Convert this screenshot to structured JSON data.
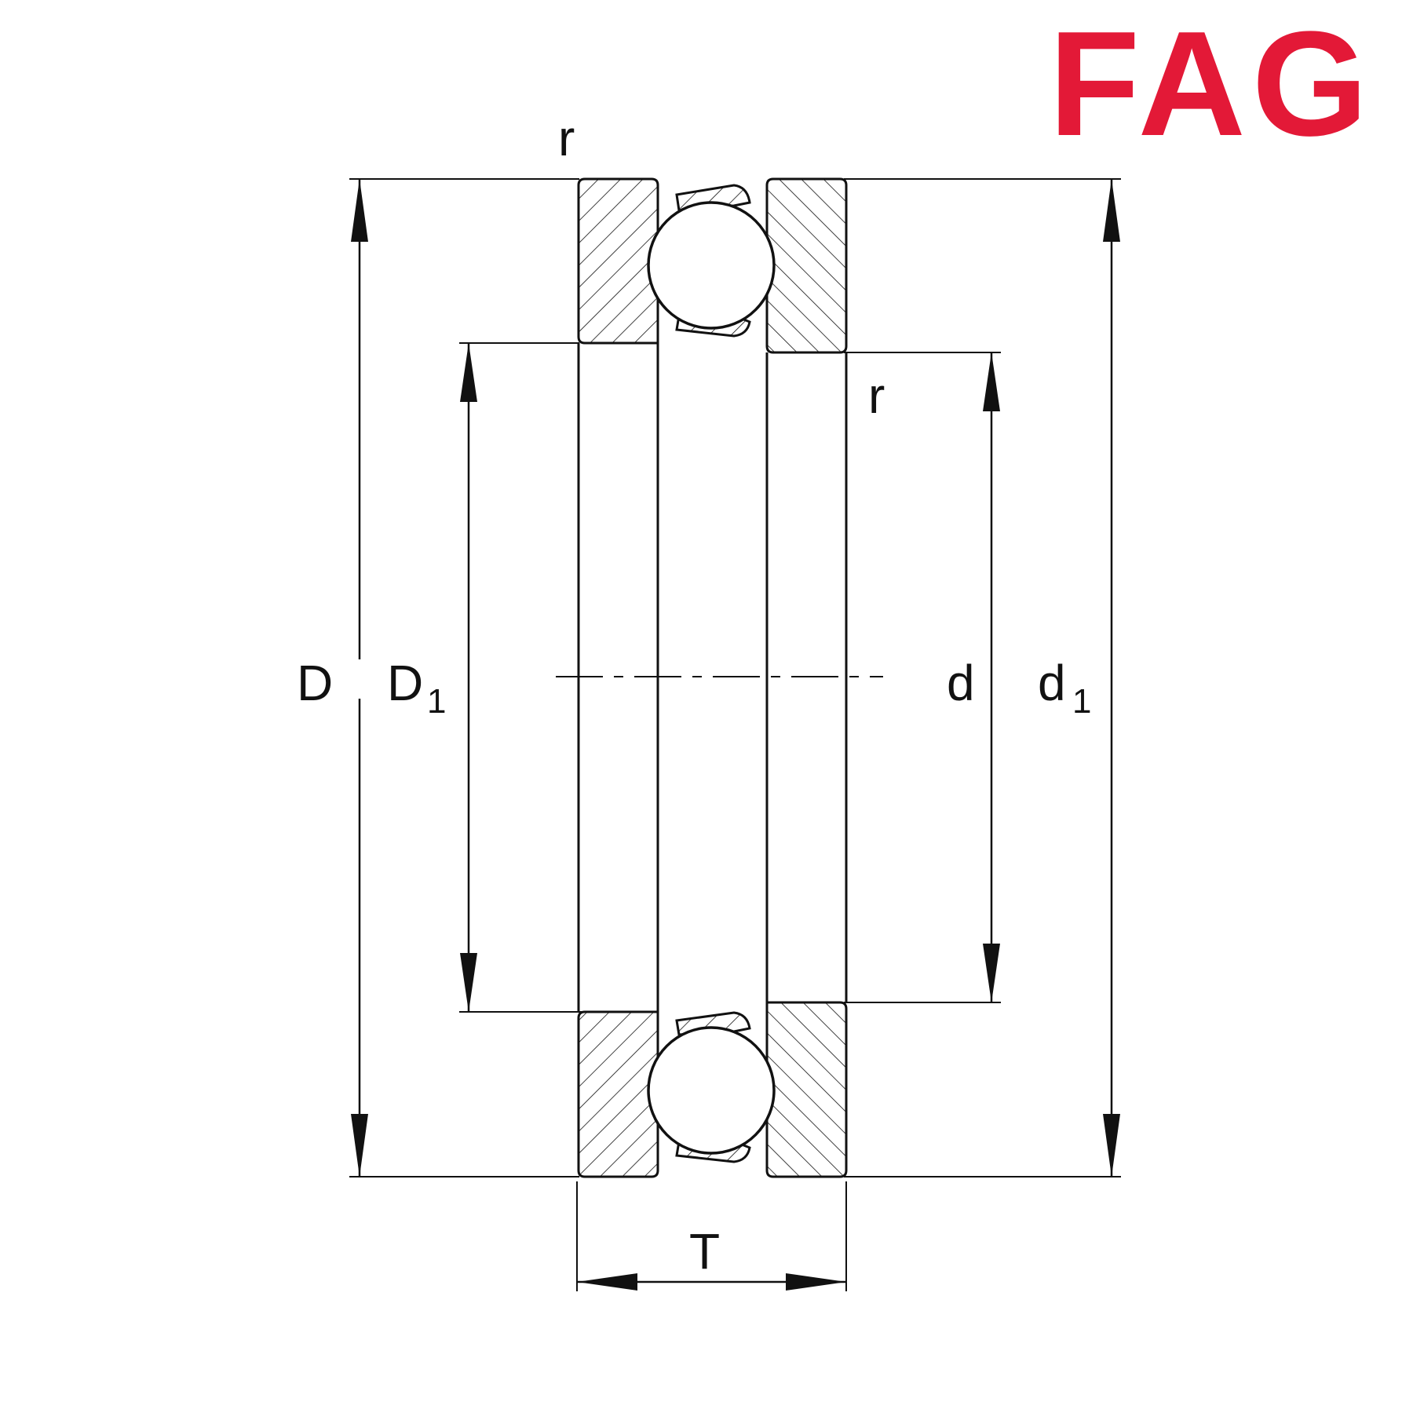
{
  "logo": {
    "text": "FAG",
    "color": "#e31937"
  },
  "labels": {
    "r_top": "r",
    "r_right": "r",
    "D": "D",
    "D1_main": "D",
    "D1_sub": "1",
    "d": "d",
    "d1_main": "d",
    "d1_sub": "1",
    "T": "T"
  },
  "colors": {
    "line": "#111111",
    "background": "#ffffff"
  }
}
